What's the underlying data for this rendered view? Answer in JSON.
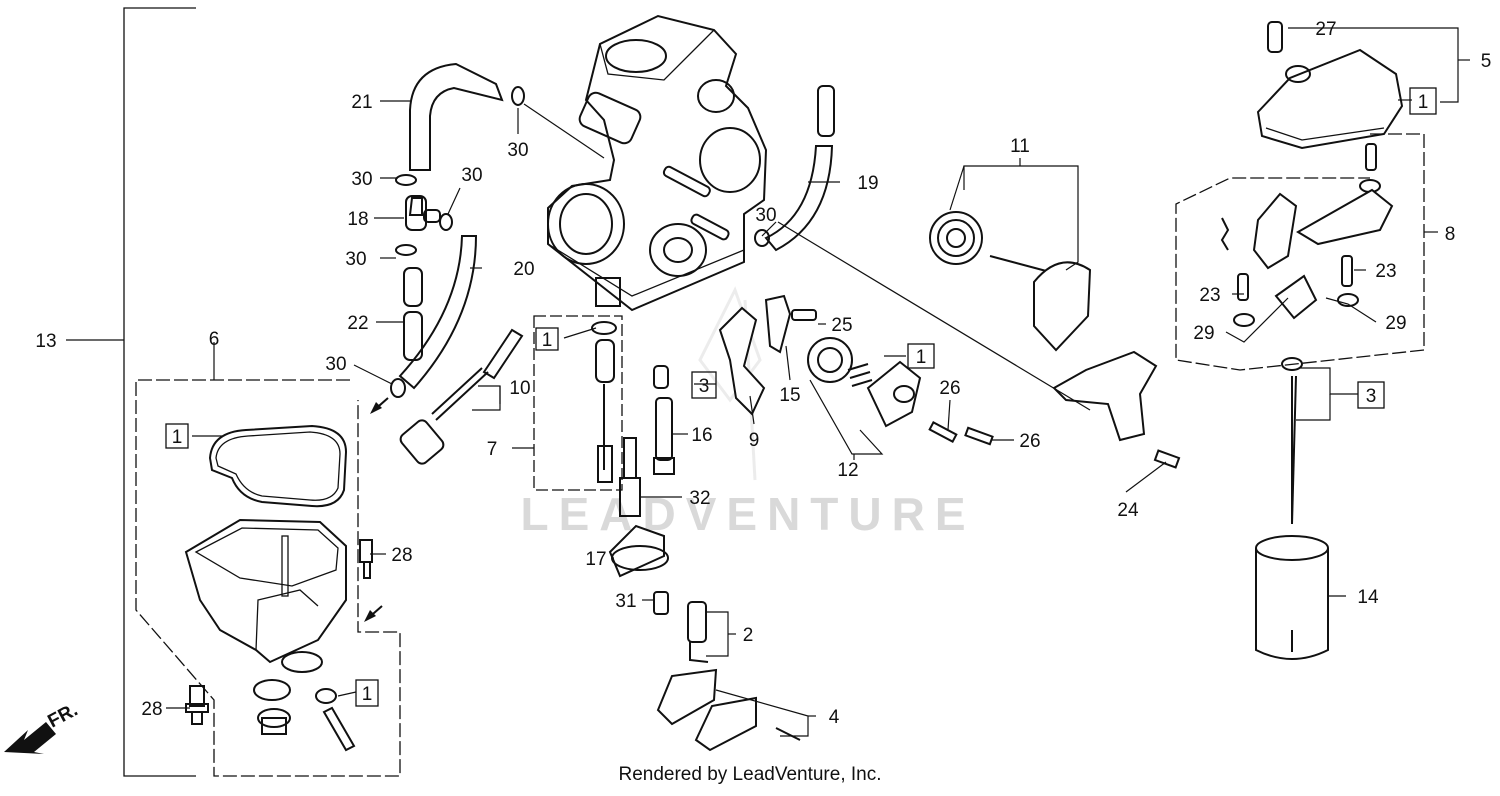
{
  "watermark": "LEADVENTURE",
  "footer": "Rendered by LeadVenture, Inc.",
  "direction_arrow": "FR.",
  "callouts": {
    "c1a": "1",
    "c1b": "1",
    "c1c": "1",
    "c1d": "1",
    "c1e": "1",
    "c2": "2",
    "c3a": "3",
    "c3b": "3",
    "c4": "4",
    "c5": "5",
    "c6": "6",
    "c7": "7",
    "c8": "8",
    "c9": "9",
    "c10": "10",
    "c11": "11",
    "c12": "12",
    "c13": "13",
    "c14": "14",
    "c15": "15",
    "c16": "16",
    "c17": "17",
    "c18": "18",
    "c19": "19",
    "c20": "20",
    "c21": "21",
    "c22": "22",
    "c23a": "23",
    "c23b": "23",
    "c24": "24",
    "c25": "25",
    "c26a": "26",
    "c26b": "26",
    "c27": "27",
    "c28a": "28",
    "c28b": "28",
    "c29a": "29",
    "c29b": "29",
    "c30a": "30",
    "c30b": "30",
    "c30c": "30",
    "c30d": "30",
    "c30e": "30",
    "c30f": "30",
    "c31": "31",
    "c32": "32"
  }
}
